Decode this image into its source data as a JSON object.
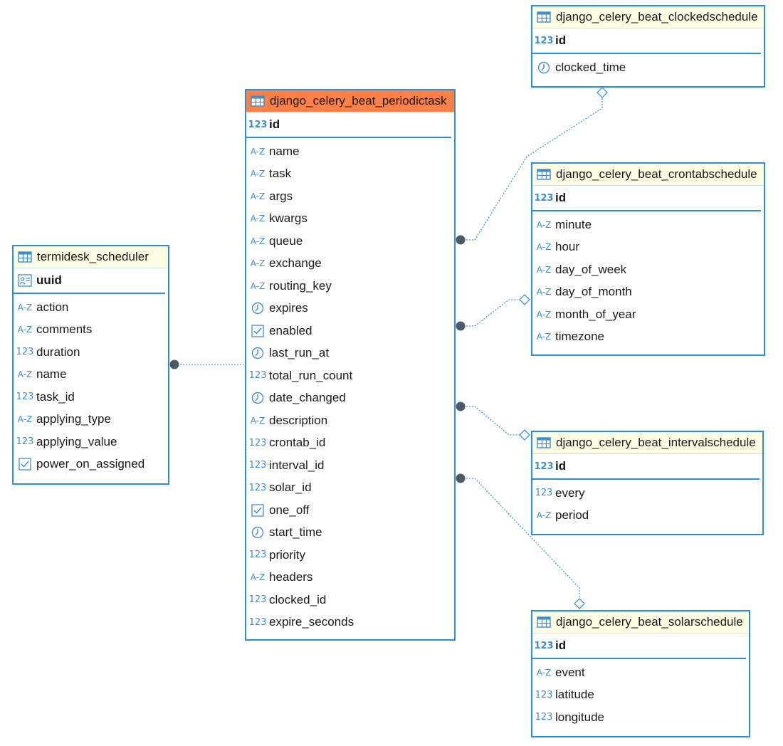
{
  "entities": {
    "periodictask": {
      "name": "django_celery_beat_periodictask",
      "pk": {
        "name": "id",
        "type": "number"
      },
      "columns": [
        {
          "name": "name",
          "type": "text"
        },
        {
          "name": "task",
          "type": "text"
        },
        {
          "name": "args",
          "type": "text"
        },
        {
          "name": "kwargs",
          "type": "text"
        },
        {
          "name": "queue",
          "type": "text"
        },
        {
          "name": "exchange",
          "type": "text"
        },
        {
          "name": "routing_key",
          "type": "text"
        },
        {
          "name": "expires",
          "type": "datetime"
        },
        {
          "name": "enabled",
          "type": "boolean"
        },
        {
          "name": "last_run_at",
          "type": "datetime"
        },
        {
          "name": "total_run_count",
          "type": "number"
        },
        {
          "name": "date_changed",
          "type": "datetime"
        },
        {
          "name": "description",
          "type": "text"
        },
        {
          "name": "crontab_id",
          "type": "number"
        },
        {
          "name": "interval_id",
          "type": "number"
        },
        {
          "name": "solar_id",
          "type": "number"
        },
        {
          "name": "one_off",
          "type": "boolean"
        },
        {
          "name": "start_time",
          "type": "datetime"
        },
        {
          "name": "priority",
          "type": "number"
        },
        {
          "name": "headers",
          "type": "text"
        },
        {
          "name": "clocked_id",
          "type": "number"
        },
        {
          "name": "expire_seconds",
          "type": "number"
        }
      ]
    },
    "scheduler": {
      "name": "termidesk_scheduler",
      "pk": {
        "name": "uuid",
        "type": "uuid"
      },
      "columns": [
        {
          "name": "action",
          "type": "text"
        },
        {
          "name": "comments",
          "type": "text"
        },
        {
          "name": "duration",
          "type": "number"
        },
        {
          "name": "name",
          "type": "text"
        },
        {
          "name": "task_id",
          "type": "number"
        },
        {
          "name": "applying_type",
          "type": "text"
        },
        {
          "name": "applying_value",
          "type": "number"
        },
        {
          "name": "power_on_assigned",
          "type": "boolean"
        }
      ]
    },
    "clockedschedule": {
      "name": "django_celery_beat_clockedschedule",
      "pk": {
        "name": "id",
        "type": "number"
      },
      "columns": [
        {
          "name": "clocked_time",
          "type": "datetime"
        }
      ]
    },
    "crontabschedule": {
      "name": "django_celery_beat_crontabschedule",
      "pk": {
        "name": "id",
        "type": "number"
      },
      "columns": [
        {
          "name": "minute",
          "type": "text"
        },
        {
          "name": "hour",
          "type": "text"
        },
        {
          "name": "day_of_week",
          "type": "text"
        },
        {
          "name": "day_of_month",
          "type": "text"
        },
        {
          "name": "month_of_year",
          "type": "text"
        },
        {
          "name": "timezone",
          "type": "text"
        }
      ]
    },
    "intervalschedule": {
      "name": "django_celery_beat_intervalschedule",
      "pk": {
        "name": "id",
        "type": "number"
      },
      "columns": [
        {
          "name": "every",
          "type": "number"
        },
        {
          "name": "period",
          "type": "text"
        }
      ]
    },
    "solarschedule": {
      "name": "django_celery_beat_solarschedule",
      "pk": {
        "name": "id",
        "type": "number"
      },
      "columns": [
        {
          "name": "event",
          "type": "text"
        },
        {
          "name": "latitude",
          "type": "number"
        },
        {
          "name": "longitude",
          "type": "number"
        }
      ]
    }
  },
  "relations": [
    {
      "from": "scheduler",
      "to": "periodictask"
    },
    {
      "from": "periodictask",
      "to": "clockedschedule",
      "via": "clocked_id"
    },
    {
      "from": "periodictask",
      "to": "crontabschedule",
      "via": "crontab_id"
    },
    {
      "from": "periodictask",
      "to": "intervalschedule",
      "via": "interval_id"
    },
    {
      "from": "periodictask",
      "to": "solarschedule",
      "via": "solar_id"
    }
  ],
  "colors": {
    "border": "#2b8fd6",
    "header": "#fdfde3",
    "primary_header": "#ff7f45",
    "type_icon": "#3d8fcc",
    "connector": "#3d9ad6",
    "connector_dot": "#4a5a66"
  }
}
